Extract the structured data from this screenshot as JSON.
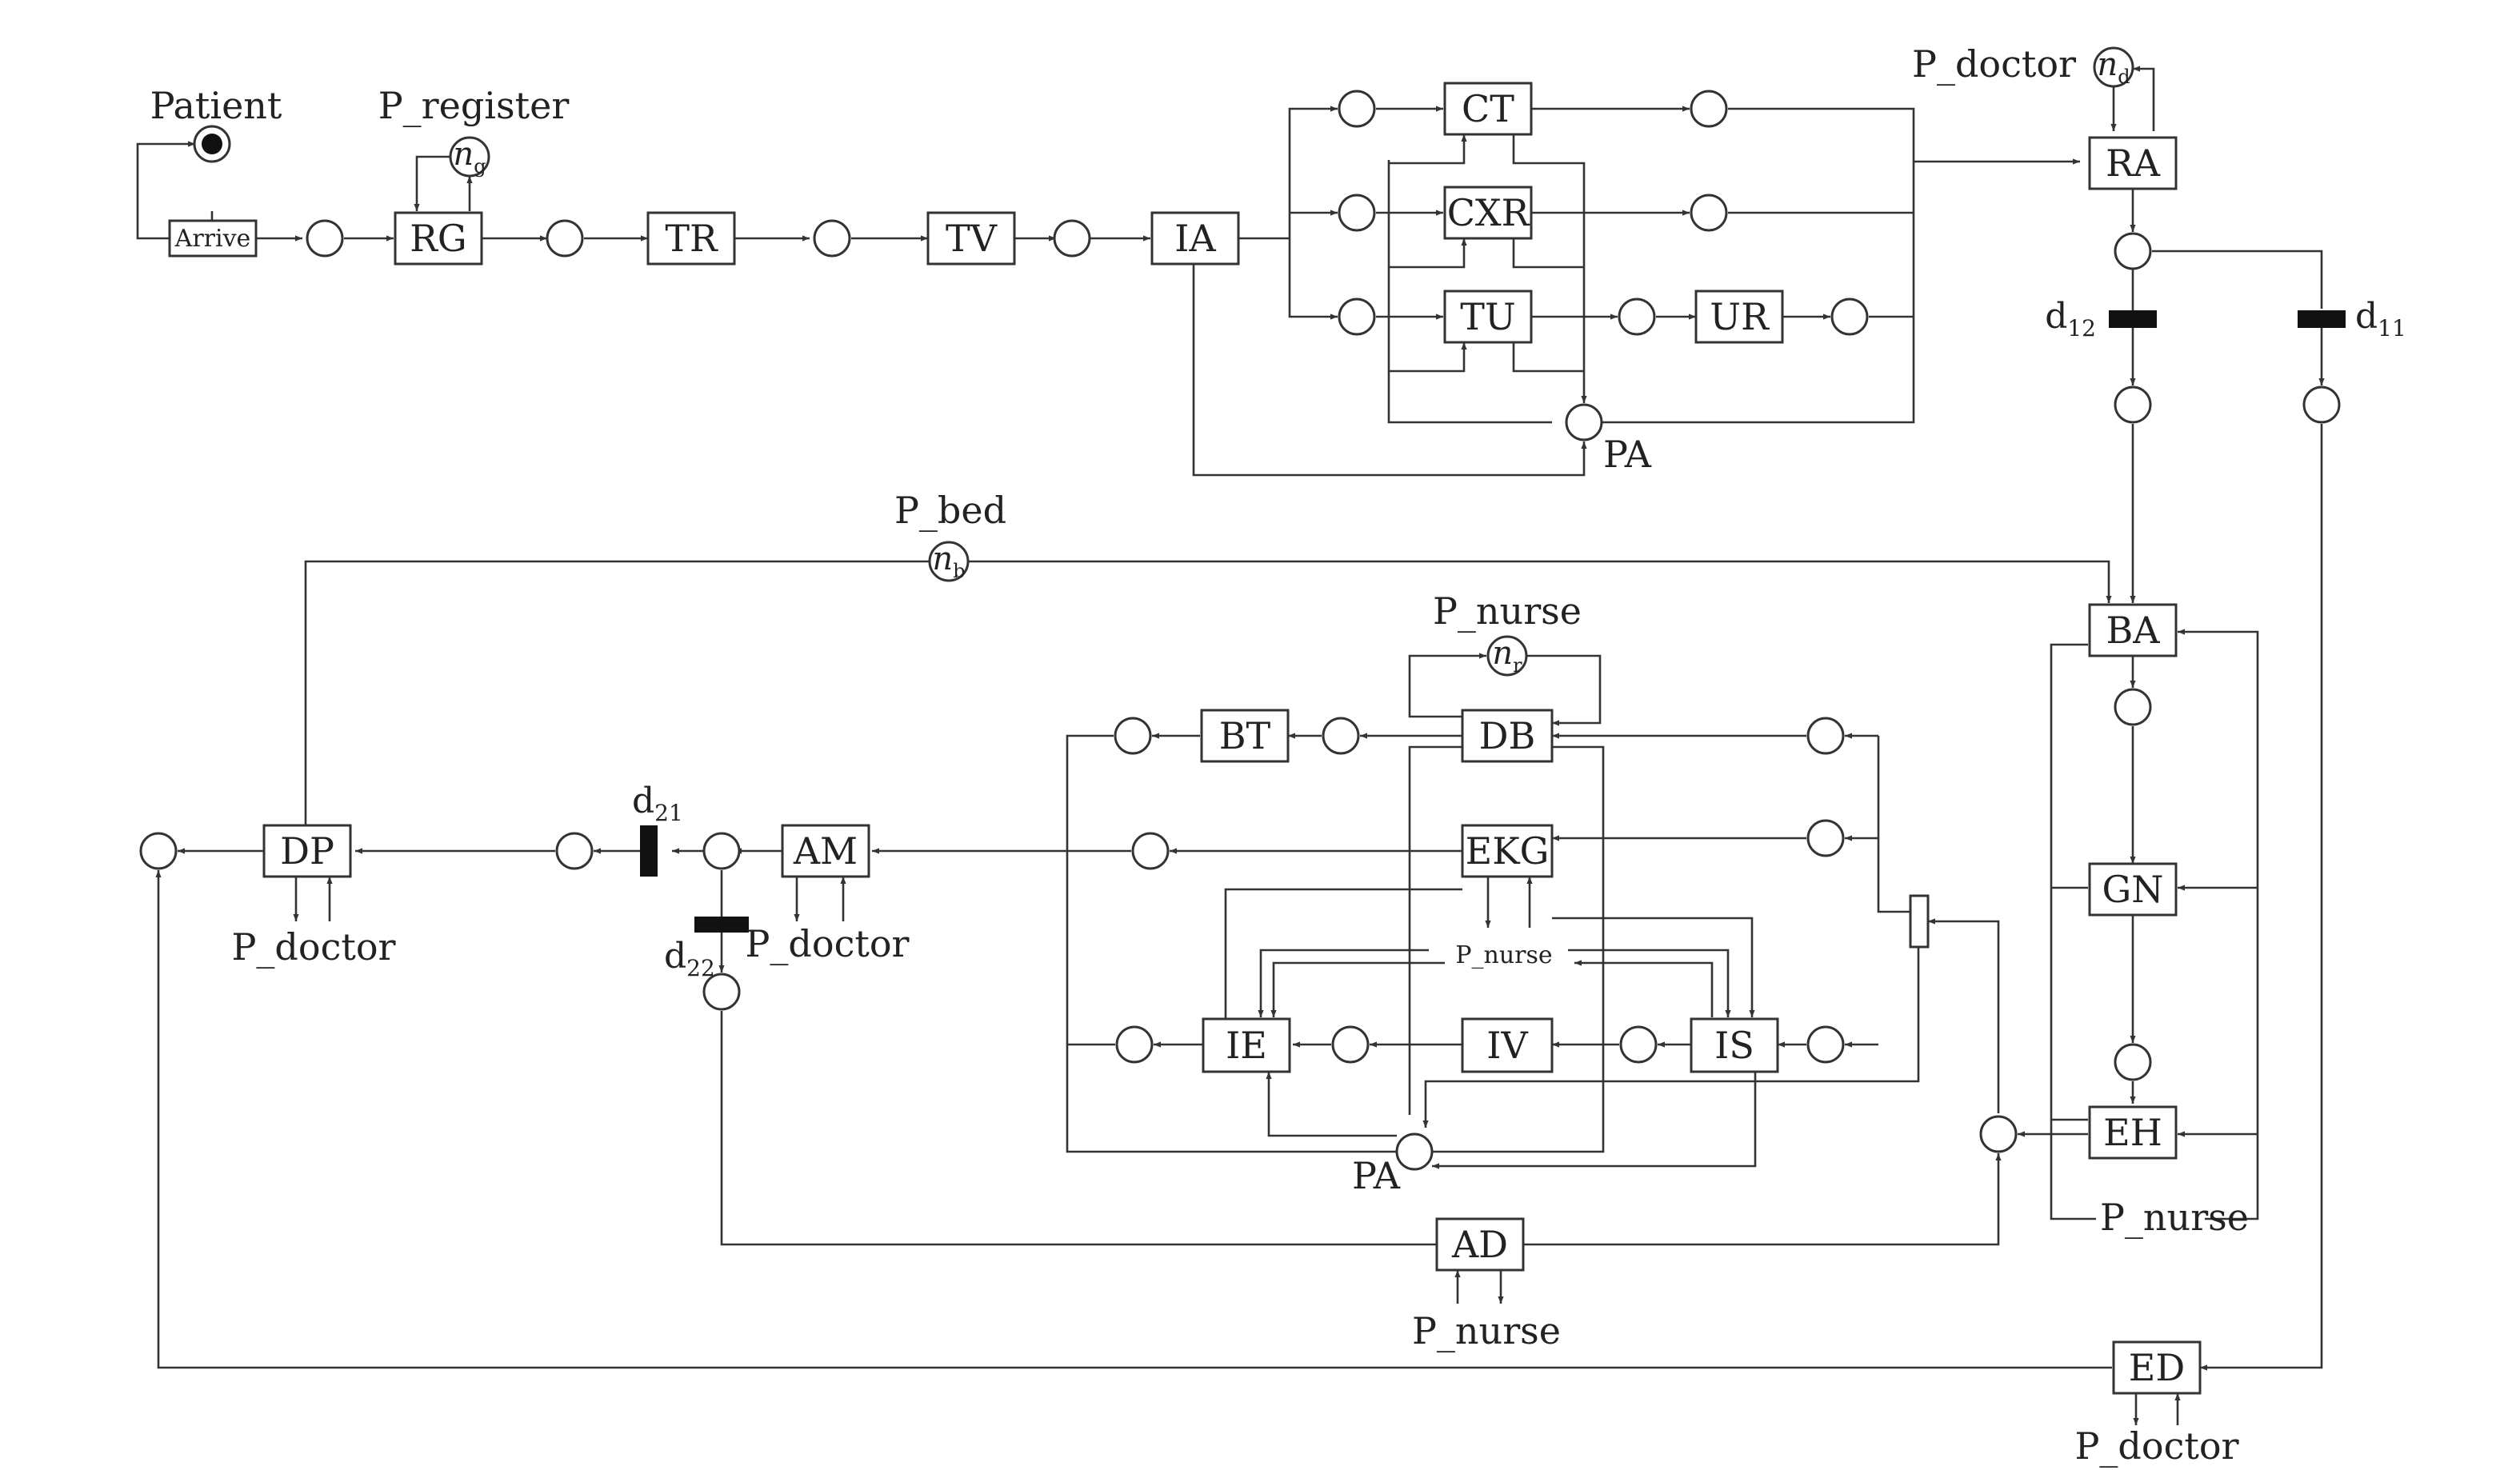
{
  "colors": {
    "line": "#333333",
    "bar": "#111111",
    "background": "#ffffff"
  },
  "transitions": {
    "arrive": "Arrive",
    "rg": "RG",
    "tr": "TR",
    "tv": "TV",
    "ia": "IA",
    "ct": "CT",
    "cxr": "CXR",
    "tu": "TU",
    "ur": "UR",
    "ra": "RA",
    "ba": "BA",
    "gn": "GN",
    "eh": "EH",
    "ed": "ED",
    "db": "DB",
    "bt": "BT",
    "ekg": "EKG",
    "ie": "IE",
    "iv": "IV",
    "is": "IS",
    "am": "AM",
    "dp": "DP",
    "ad": "AD"
  },
  "labels": {
    "patient": "Patient",
    "p_register": "P_register",
    "p_doctor_top": "P_doctor",
    "p_bed": "P_bed",
    "p_nurse_top": "P_nurse",
    "p_nurse_mid": "P_nurse",
    "p_nurse_right": "P_nurse",
    "p_nurse_bottom": "P_nurse",
    "p_doctor_dp": "P_doctor",
    "p_doctor_am": "P_doctor",
    "p_doctor_ed": "P_doctor",
    "pa_top": "PA",
    "pa_bottom": "PA"
  },
  "tokens": {
    "ng": {
      "base": "n",
      "sub": "g"
    },
    "nd": {
      "base": "n",
      "sub": "d"
    },
    "nb": {
      "base": "n",
      "sub": "b"
    },
    "nr": {
      "base": "n",
      "sub": "r"
    }
  },
  "delays": {
    "d12": {
      "base": "d",
      "sub": "12"
    },
    "d11": {
      "base": "d",
      "sub": "11"
    },
    "d21": {
      "base": "d",
      "sub": "21"
    },
    "d22": {
      "base": "d",
      "sub": "22"
    }
  }
}
